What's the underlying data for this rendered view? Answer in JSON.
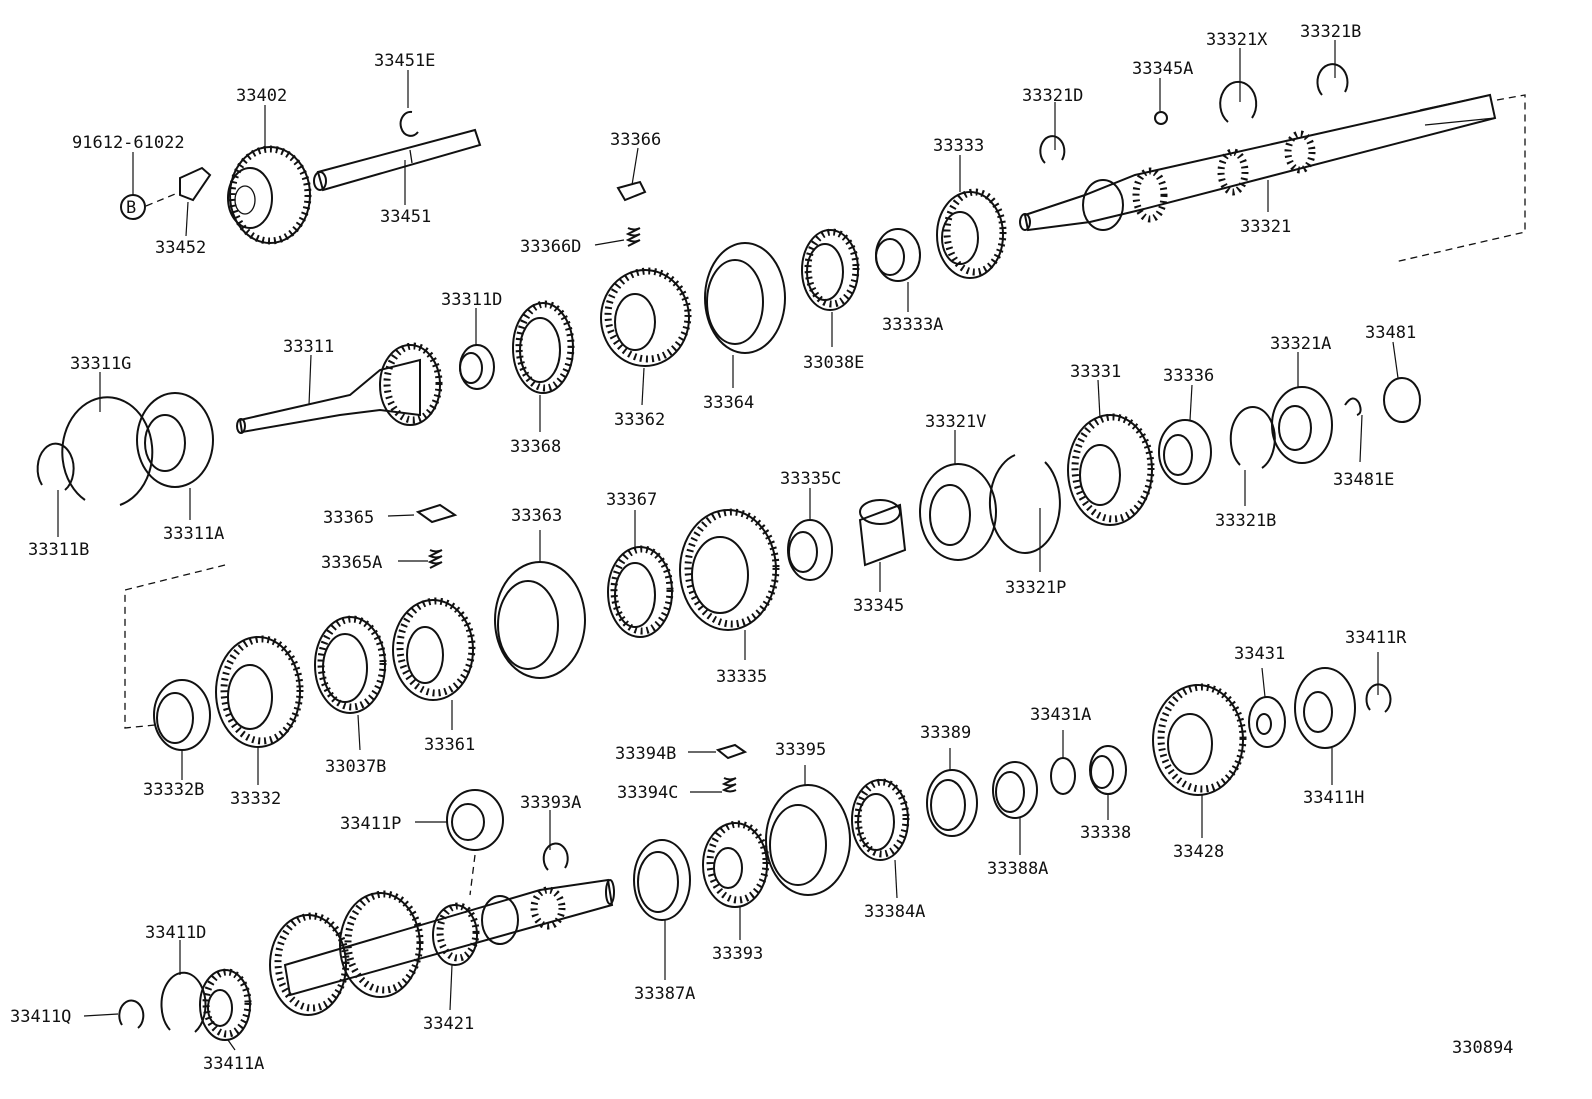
{
  "diagram_code": "330894",
  "ref_marker": "B",
  "labels": {
    "p91612": "91612-61022",
    "p33452": "33452",
    "p33402": "33402",
    "p33451E": "33451E",
    "p33451": "33451",
    "p33366": "33366",
    "p33366D": "33366D",
    "p33333": "33333",
    "p33333A": "33333A",
    "p33321D": "33321D",
    "p33345A": "33345A",
    "p33321X": "33321X",
    "p33321B_top": "33321B",
    "p33321": "33321",
    "p33311D": "33311D",
    "p33311": "33311",
    "p33311G": "33311G",
    "p33311A": "33311A",
    "p33311B": "33311B",
    "p33368": "33368",
    "p33362": "33362",
    "p33364": "33364",
    "p33038E": "33038E",
    "p33331": "33331",
    "p33336": "33336",
    "p33321A": "33321A",
    "p33481": "33481",
    "p33481E": "33481E",
    "p33321B_mid": "33321B",
    "p33321V": "33321V",
    "p33321P": "33321P",
    "p33335C": "33335C",
    "p33345": "33345",
    "p33367": "33367",
    "p33335": "33335",
    "p33363": "33363",
    "p33365": "33365",
    "p33365A": "33365A",
    "p33361": "33361",
    "p33037B": "33037B",
    "p33332": "33332",
    "p33332B": "33332B",
    "p33431": "33431",
    "p33411R": "33411R",
    "p33411H": "33411H",
    "p33428": "33428",
    "p33431A": "33431A",
    "p33338": "33338",
    "p33389": "33389",
    "p33388A": "33388A",
    "p33395": "33395",
    "p33384A": "33384A",
    "p33394B": "33394B",
    "p33394C": "33394C",
    "p33393": "33393",
    "p33387A": "33387A",
    "p33393A": "33393A",
    "p33411P": "33411P",
    "p33421": "33421",
    "p33411D": "33411D",
    "p33411Q": "33411Q",
    "p33411A": "33411A"
  }
}
